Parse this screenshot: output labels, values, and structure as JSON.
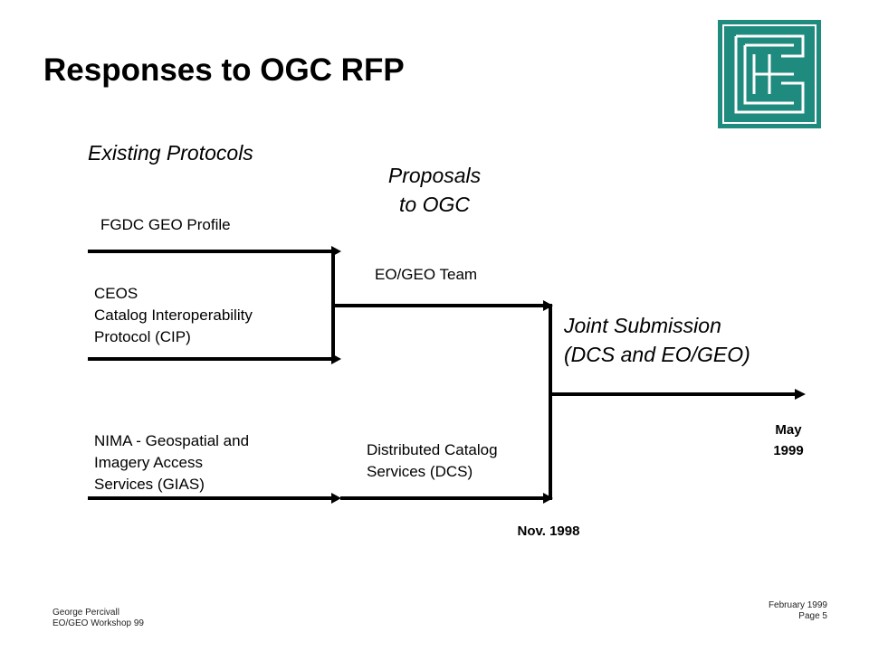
{
  "title": "Responses to OGC RFP",
  "columns": {
    "existing": "Existing Protocols",
    "proposals": [
      "Proposals",
      "to OGC"
    ],
    "joint": [
      "Joint Submission",
      "(DCS and EO/GEO)"
    ]
  },
  "labels": {
    "fgdc": "FGDC GEO Profile",
    "ceos": [
      "CEOS",
      "Catalog  Interoperability",
      "Protocol (CIP)"
    ],
    "nima": [
      "NIMA - Geospatial and",
      "Imagery Access",
      "Services (GIAS)"
    ],
    "eogeo_team": "EO/GEO Team",
    "dcs": [
      "Distributed  Catalog",
      "Services (DCS)"
    ]
  },
  "dates": {
    "nov": "Nov. 1998",
    "may": [
      "May",
      "1999"
    ]
  },
  "footer": {
    "author": "George Percivall",
    "event": "EO/GEO Workshop 99",
    "date": "February 1999",
    "page": "Page  5"
  },
  "colors": {
    "logo_bg": "#1f8a7e",
    "logo_border": "#1f8a7e",
    "logo_lines": "#ffffff",
    "arrow": "#000000"
  },
  "logo": {
    "icon": "ecs-logo-icon"
  }
}
